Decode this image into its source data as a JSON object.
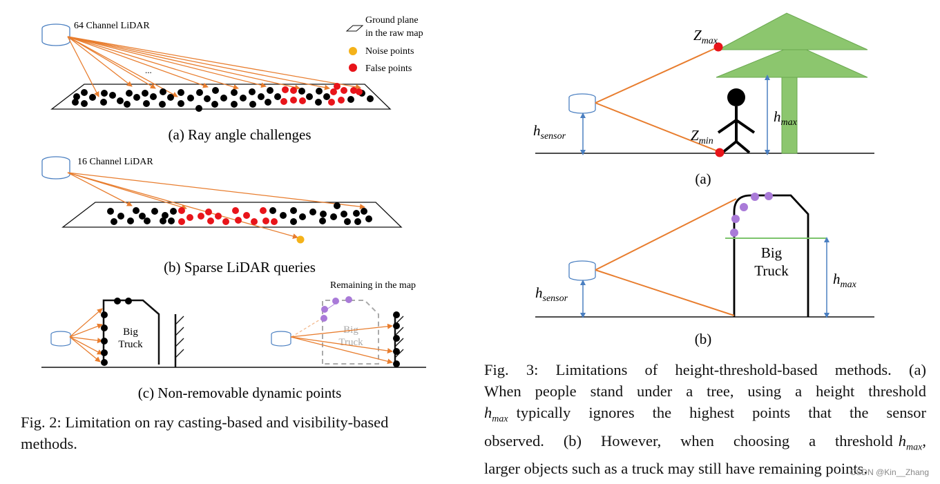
{
  "fig2": {
    "panel_a": {
      "sensor_label": "64 Channel LiDAR",
      "ellipsis": "...",
      "caption": "(a) Ray angle challenges"
    },
    "legend": {
      "ground_plane_line1": "Ground plane",
      "ground_plane_line2": "in the raw map",
      "noise_points": "Noise points",
      "false_points": "False points"
    },
    "panel_b": {
      "sensor_label": "16 Channel LiDAR",
      "caption": "(b) Sparse LiDAR queries"
    },
    "panel_c": {
      "truck_line1": "Big",
      "truck_line2": "Truck",
      "remaining_label": "Remaining in the map",
      "caption": "(c) Non-removable dynamic points"
    },
    "caption_line1": "Fig. 2: Limitation on ray casting-based and visibility-based",
    "caption_line2": "methods."
  },
  "fig3": {
    "panel_a": {
      "z_max": "Z",
      "z_max_sub": "max",
      "z_min": "Z",
      "z_min_sub": "min",
      "h_max": "h",
      "h_max_sub": "max",
      "h_sensor": "h",
      "h_sensor_sub": "sensor",
      "caption": "(a)"
    },
    "panel_b": {
      "truck_line1": "Big",
      "truck_line2": "Truck",
      "h_max": "h",
      "h_max_sub": "max",
      "h_sensor": "h",
      "h_sensor_sub": "sensor",
      "caption": "(b)"
    },
    "caption_lines": [
      "Fig. 3: Limitations of height-threshold-based methods. (a)",
      "When people stand under a tree, using a height threshold",
      "typically ignores the highest points that the sensor",
      "observed. (b) However, when choosing a threshold",
      "larger objects such as a truck may still have remaining points."
    ],
    "inline_math": "h",
    "inline_math_sub": "max",
    "inline_math_suffix": ","
  },
  "watermark": "CSDN @Kin__Zhang",
  "colors": {
    "ray": "#e87d2e",
    "false_point": "#e8141a",
    "noise_point": "#f4b21a",
    "remaining_point": "#a97ad8",
    "tree": "#8cc66e",
    "tree_edge": "#6aa84f",
    "arrow_blue": "#4a7fc1",
    "threshold_line": "#7bc36b"
  }
}
